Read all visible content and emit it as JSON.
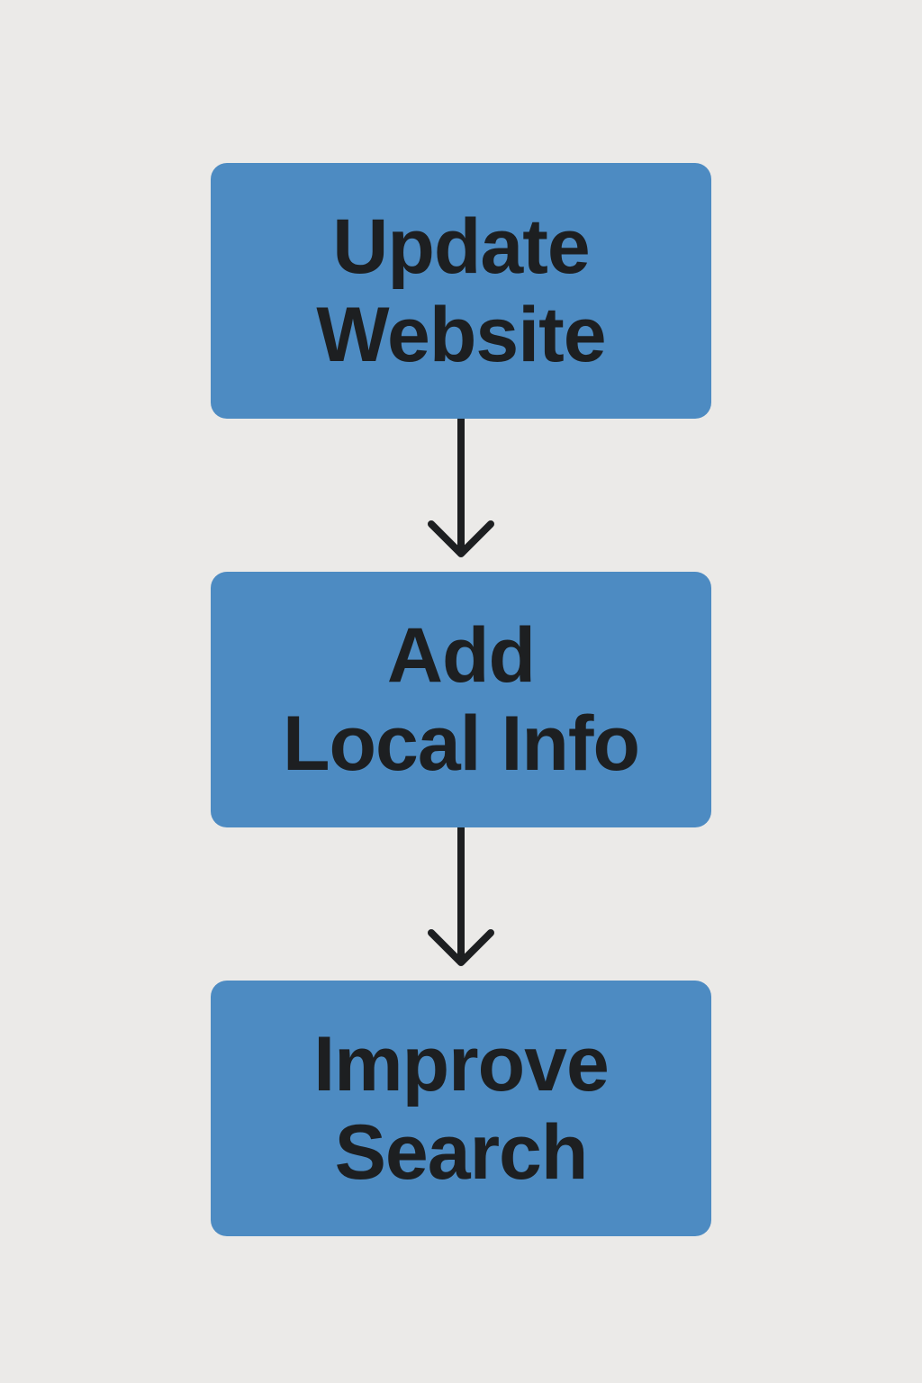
{
  "colors": {
    "background": "#ebeae8",
    "box_fill": "#4d8bc2",
    "text": "#1d1f21",
    "arrow": "#1d1f21"
  },
  "flow": {
    "steps": [
      {
        "label": "Update\nWebsite"
      },
      {
        "label": "Add\nLocal Info"
      },
      {
        "label": "Improve\nSearch"
      }
    ],
    "connectors": [
      {
        "icon": "arrow-down-icon"
      },
      {
        "icon": "arrow-down-icon"
      }
    ]
  }
}
